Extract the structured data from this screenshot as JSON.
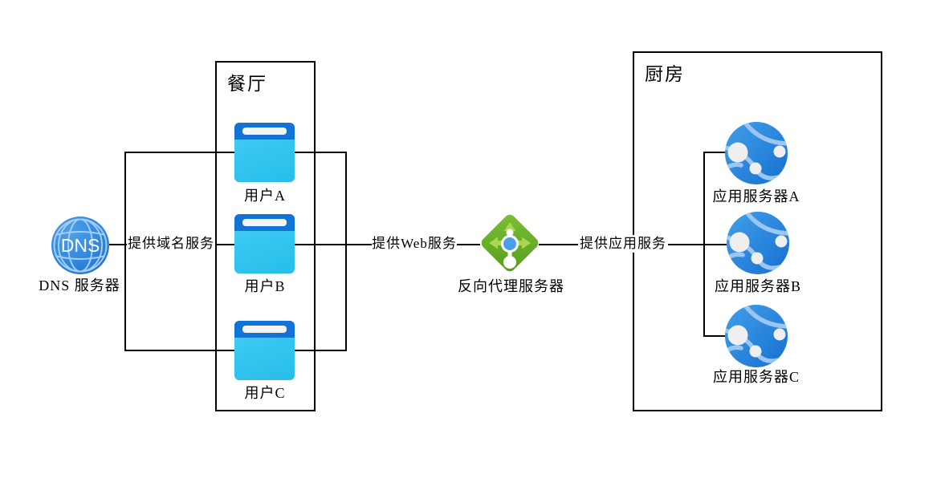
{
  "diagram": {
    "dns_node": {
      "icon": "dns-globe-icon",
      "icon_text": "DNS",
      "label": "DNS 服务器"
    },
    "restaurant_group": {
      "title": "餐厅",
      "users": [
        {
          "icon": "browser-window-icon",
          "label": "用户A"
        },
        {
          "icon": "browser-window-icon",
          "label": "用户B"
        },
        {
          "icon": "browser-window-icon",
          "label": "用户C"
        }
      ]
    },
    "proxy_node": {
      "icon": "gateway-diamond-icon",
      "label": "反向代理服务器"
    },
    "kitchen_group": {
      "title": "厨房",
      "servers": [
        {
          "icon": "app-server-globe-icon",
          "label": "应用服务器A"
        },
        {
          "icon": "app-server-globe-icon",
          "label": "应用服务器B"
        },
        {
          "icon": "app-server-globe-icon",
          "label": "应用服务器C"
        }
      ]
    },
    "connections": [
      {
        "label": "提供域名服务",
        "from": "DNS 服务器",
        "to": "用户A/用户B/用户C"
      },
      {
        "label": "提供Web服务",
        "from": "用户A/用户B/用户C",
        "to": "反向代理服务器"
      },
      {
        "label": "提供应用服务",
        "from": "反向代理服务器",
        "to": "应用服务器A/应用服务器B/应用服务器C"
      }
    ],
    "colors": {
      "line": "#000000",
      "dns_blue": "#2a83dc",
      "globe_line_blue": "#a6ccf2",
      "browser_header_blue": "#1173d6",
      "browser_body_cyan": "#35c6f0",
      "address_bar": "#f4f4f4",
      "proxy_green": "#6ab02a",
      "proxy_arrow_green": "#a7d84e",
      "proxy_center_blue": "#4d9eea",
      "app_server_blue": "#1f7cd9",
      "app_arc_blue": "#9cc6f1",
      "app_node_white": "#efefef"
    }
  }
}
